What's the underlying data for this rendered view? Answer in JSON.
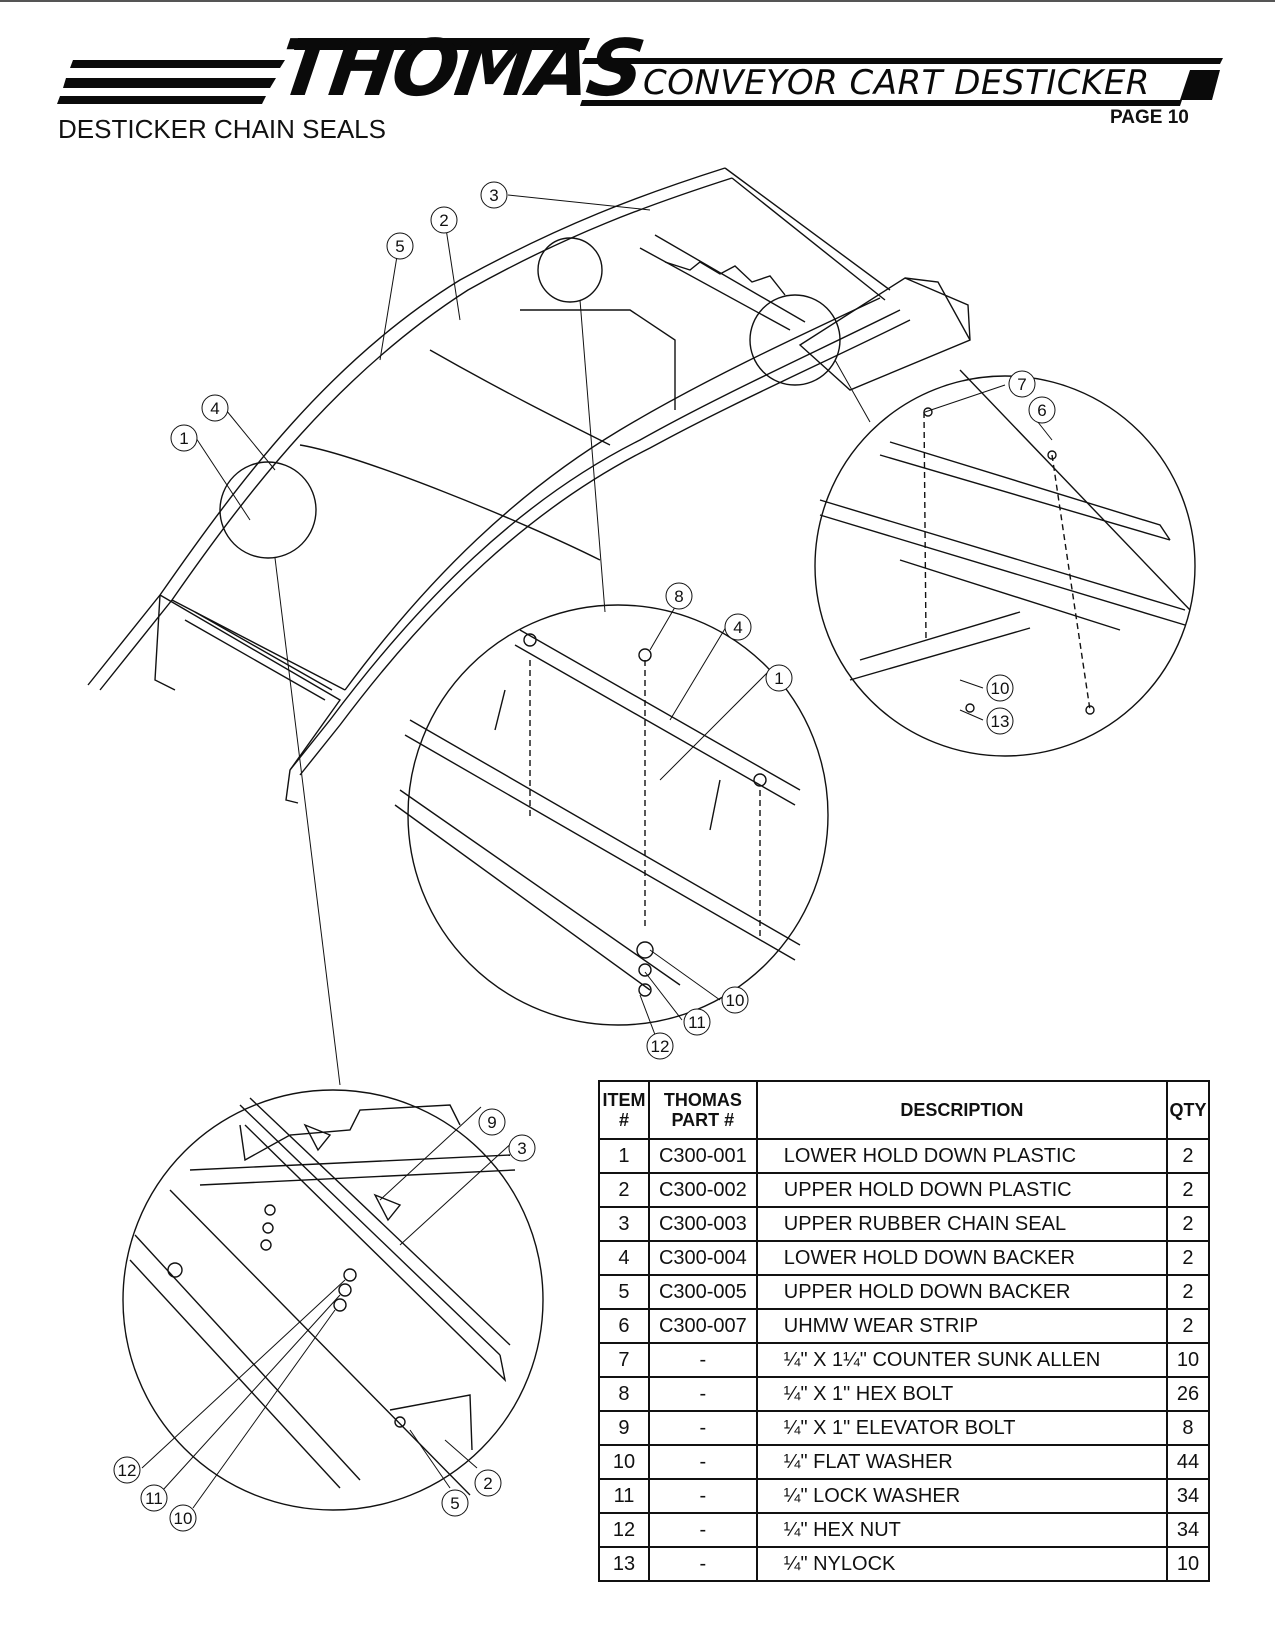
{
  "header": {
    "brand": "THOMAS",
    "product": "CONVEYOR CART DESTICKER",
    "page": "PAGE 10",
    "section": "DESTICKER CHAIN SEALS"
  },
  "callouts": {
    "main": [
      "1",
      "4",
      "5",
      "2",
      "3"
    ],
    "detail_right": [
      "7",
      "6",
      "10",
      "13"
    ],
    "detail_center": [
      "8",
      "4",
      "1",
      "10",
      "11",
      "12"
    ],
    "detail_lower": [
      "9",
      "3",
      "12",
      "11",
      "10",
      "5",
      "2"
    ]
  },
  "table": {
    "headers": {
      "item": "ITEM #",
      "part": "THOMAS PART #",
      "description": "DESCRIPTION",
      "qty": "QTY"
    },
    "rows": [
      {
        "item": "1",
        "part": "C300-001",
        "description": "LOWER HOLD DOWN PLASTIC",
        "qty": "2"
      },
      {
        "item": "2",
        "part": "C300-002",
        "description": "UPPER HOLD DOWN PLASTIC",
        "qty": "2"
      },
      {
        "item": "3",
        "part": "C300-003",
        "description": "UPPER RUBBER CHAIN SEAL",
        "qty": "2"
      },
      {
        "item": "4",
        "part": "C300-004",
        "description": "LOWER HOLD DOWN BACKER",
        "qty": "2"
      },
      {
        "item": "5",
        "part": "C300-005",
        "description": "UPPER HOLD DOWN BACKER",
        "qty": "2"
      },
      {
        "item": "6",
        "part": "C300-007",
        "description": "UHMW WEAR STRIP",
        "qty": "2"
      },
      {
        "item": "7",
        "part": "-",
        "description": "¼\" X 1¼\" COUNTER SUNK ALLEN",
        "qty": "10"
      },
      {
        "item": "8",
        "part": "-",
        "description": "¼\" X 1\" HEX BOLT",
        "qty": "26"
      },
      {
        "item": "9",
        "part": "-",
        "description": "¼\" X 1\" ELEVATOR BOLT",
        "qty": "8"
      },
      {
        "item": "10",
        "part": "-",
        "description": "¼\" FLAT WASHER",
        "qty": "44"
      },
      {
        "item": "11",
        "part": "-",
        "description": "¼\" LOCK WASHER",
        "qty": "34"
      },
      {
        "item": "12",
        "part": "-",
        "description": "¼\" HEX NUT",
        "qty": "34"
      },
      {
        "item": "13",
        "part": "-",
        "description": "¼\" NYLOCK",
        "qty": "10"
      }
    ]
  }
}
